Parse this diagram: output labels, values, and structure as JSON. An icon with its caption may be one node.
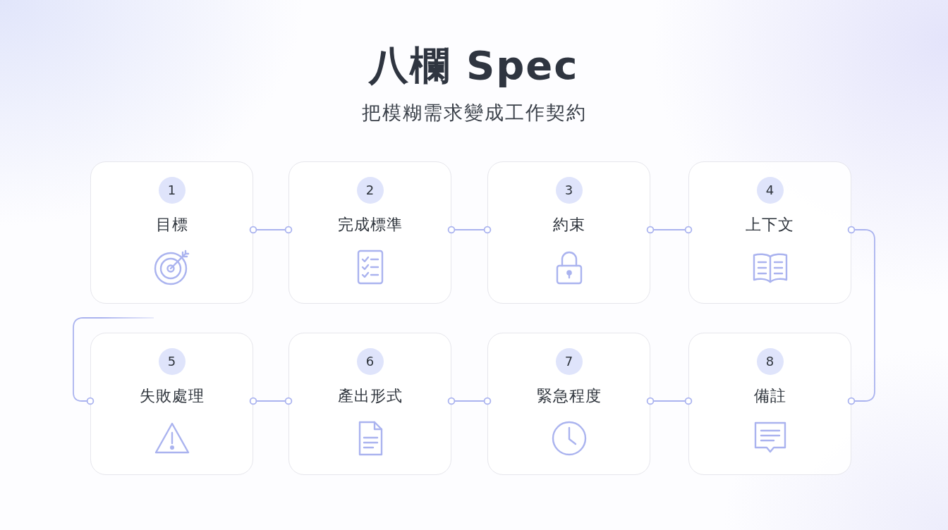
{
  "diagram": {
    "title": "八欄 Spec",
    "nodes": [
      {
        "text": [
          "目標"
        ]
      },
      {
        "text": [
          "1"
        ],
        "in": 0
      },
      {
        "text": [
          "完成標準"
        ]
      },
      {
        "text": [
          "2"
        ],
        "in": 2
      },
      {
        "text": [
          "約束"
        ]
      },
      {
        "text": [
          "3"
        ],
        "in": 4
      },
      {
        "text": [
          "上下文"
        ]
      },
      {
        "text": [
          "4"
        ],
        "in": 6
      },
      {
        "text": [
          "失敗處理"
        ]
      },
      {
        "text": [
          "5"
        ],
        "in": 8
      },
      {
        "text": [
          "產出形式"
        ]
      },
      {
        "text": [
          "6"
        ],
        "in": 10
      },
      {
        "text": [
          "緊急程度"
        ]
      },
      {
        "text": [
          "7"
        ],
        "in": 12
      },
      {
        "text": [
          "備註"
        ]
      },
      {
        "text": [
          "8"
        ],
        "in": 14
      }
    ],
    "edges": [
      {
        "from": 0,
        "to": 2,
        "arrow": "other"
      },
      {
        "from": 2,
        "to": 4,
        "arrow": "other"
      },
      {
        "from": 4,
        "to": 6,
        "arrow": "other"
      },
      {
        "from": 6,
        "to": 14,
        "arrow": "other"
      },
      {
        "from": 8,
        "to": 10,
        "arrow": "other"
      },
      {
        "from": 10,
        "to": 12,
        "arrow": "other"
      },
      {
        "from": 12,
        "to": 14,
        "arrow": "other"
      },
      {
        "from": null,
        "to": 8,
        "arrow": "other"
      }
    ],
    "labels": [
      "把模糊需求變成工作契約"
    ]
  }
}
